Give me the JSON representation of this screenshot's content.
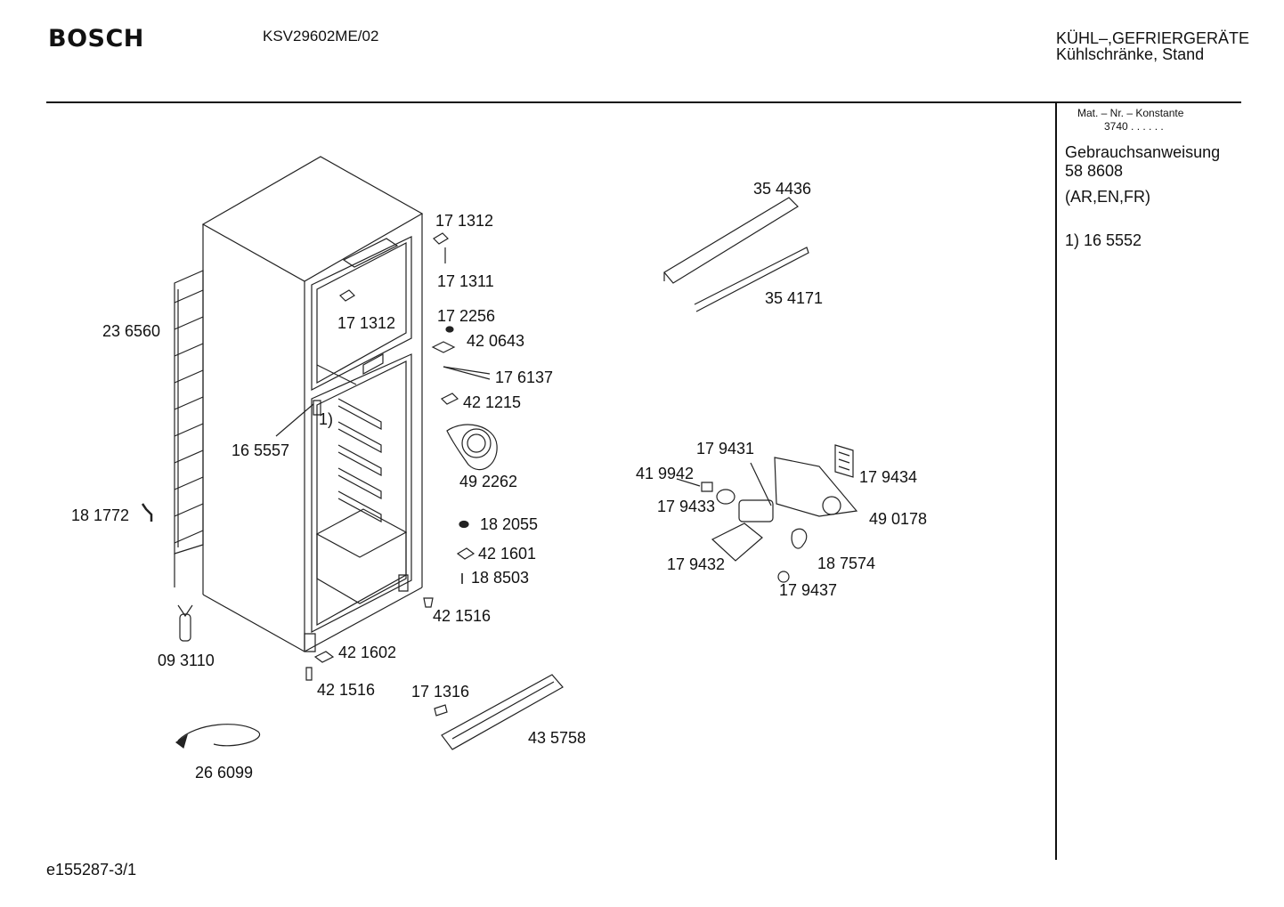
{
  "header": {
    "brand": "BOSCH",
    "model": "KSV29602ME/02",
    "category_line1": "KÜHL–,GEFRIERGERÄTE",
    "category_line2": "Kühlschränke, Stand"
  },
  "sidebar": {
    "mat_nr_label": "Mat. – Nr. – Konstante",
    "mat_nr_value": "3740 . . . . . .",
    "manual_label": "Gebrauchsanweisung",
    "manual_number": "58 8608",
    "manual_languages": "(AR,EN,FR)",
    "note": "1) 16 5552"
  },
  "parts": [
    {
      "id": "p1",
      "label": "17 1312"
    },
    {
      "id": "p2",
      "label": "17 1311"
    },
    {
      "id": "p3",
      "label": "17 1312"
    },
    {
      "id": "p4",
      "label": "17 2256"
    },
    {
      "id": "p5",
      "label": "42 0643"
    },
    {
      "id": "p6",
      "label": "17 6137"
    },
    {
      "id": "p7",
      "label": "42 1215"
    },
    {
      "id": "p8",
      "label": "23 6560"
    },
    {
      "id": "p9",
      "label": "16 5557"
    },
    {
      "id": "p10",
      "label": "1)"
    },
    {
      "id": "p11",
      "label": "49 2262"
    },
    {
      "id": "p12",
      "label": "18 1772"
    },
    {
      "id": "p13",
      "label": "18 2055"
    },
    {
      "id": "p14",
      "label": "42 1601"
    },
    {
      "id": "p15",
      "label": "18 8503"
    },
    {
      "id": "p16",
      "label": "42 1516"
    },
    {
      "id": "p17",
      "label": "09 3110"
    },
    {
      "id": "p18",
      "label": "42 1602"
    },
    {
      "id": "p19",
      "label": "42 1516"
    },
    {
      "id": "p20",
      "label": "17 1316"
    },
    {
      "id": "p21",
      "label": "43 5758"
    },
    {
      "id": "p22",
      "label": "26 6099"
    },
    {
      "id": "p23",
      "label": "35 4436"
    },
    {
      "id": "p24",
      "label": "35 4171"
    },
    {
      "id": "p25",
      "label": "17 9431"
    },
    {
      "id": "p26",
      "label": "41 9942"
    },
    {
      "id": "p27",
      "label": "17 9434"
    },
    {
      "id": "p28",
      "label": "17 9433"
    },
    {
      "id": "p29",
      "label": "49 0178"
    },
    {
      "id": "p30",
      "label": "17 9432"
    },
    {
      "id": "p31",
      "label": "18 7574"
    },
    {
      "id": "p32",
      "label": "17 9437"
    }
  ],
  "footer": {
    "drawing_id": "e155287-3/1"
  }
}
